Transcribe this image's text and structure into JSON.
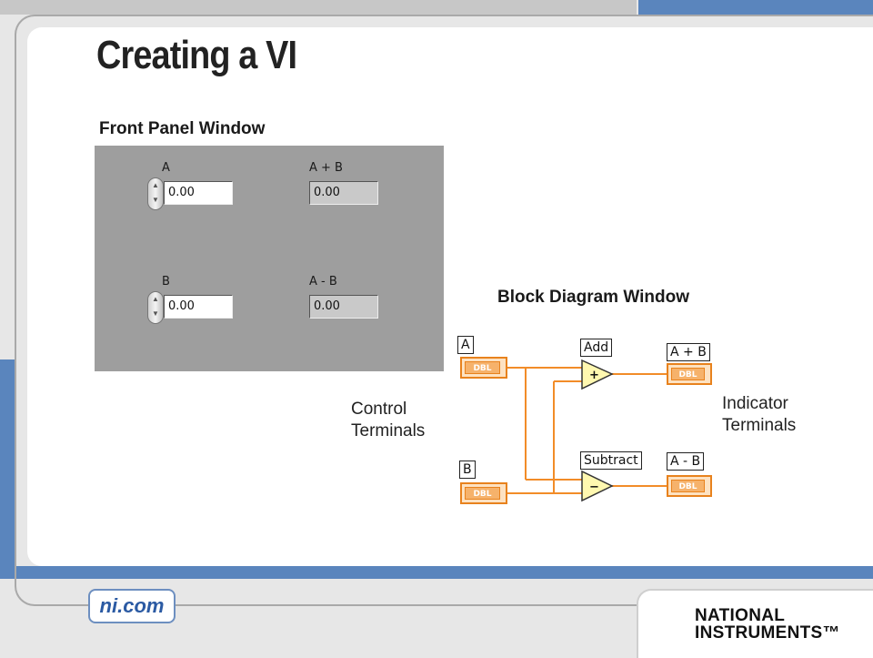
{
  "slide": {
    "title": "Creating a VI"
  },
  "front_panel": {
    "heading": "Front Panel Window",
    "controls": [
      {
        "label": "A",
        "value": "0.00"
      },
      {
        "label": "B",
        "value": "0.00"
      }
    ],
    "indicators": [
      {
        "label": "A + B",
        "value": "0.00"
      },
      {
        "label": "A - B",
        "value": "0.00"
      }
    ]
  },
  "block_diagram": {
    "heading": "Block Diagram Window",
    "control_terminals": [
      {
        "label": "A",
        "type": "DBL"
      },
      {
        "label": "B",
        "type": "DBL"
      }
    ],
    "functions": [
      {
        "label": "Add",
        "symbol": "+"
      },
      {
        "label": "Subtract",
        "symbol": "−"
      }
    ],
    "indicator_terminals": [
      {
        "label": "A + B",
        "type": "DBL"
      },
      {
        "label": "A - B",
        "type": "DBL"
      }
    ],
    "callouts": {
      "control": [
        "Control",
        "Terminals"
      ],
      "indicator": [
        "Indicator",
        "Terminals"
      ]
    },
    "colors": {
      "wire": "#f28c28",
      "terminal": "#e8821d"
    }
  },
  "footer": {
    "site_link": "ni.com",
    "logo_lines": [
      "NATIONAL",
      "INSTRUMENTS™"
    ]
  },
  "theme": {
    "accent_blue": "#5a85bd",
    "gray": "#c7c7c7"
  }
}
